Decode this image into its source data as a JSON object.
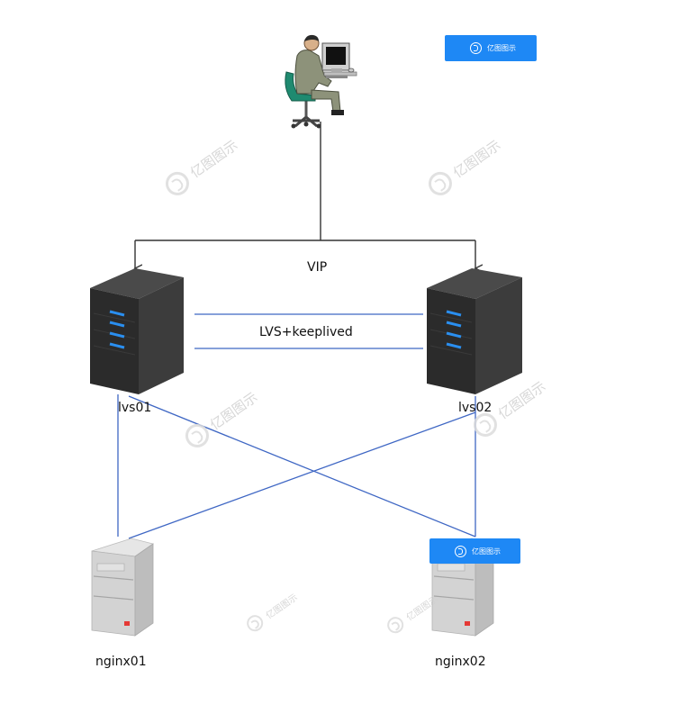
{
  "nodes": {
    "vip_label": "VIP",
    "link_label": "LVS+keeplived",
    "lvs01": "lvs01",
    "lvs02": "lvs02",
    "nginx01": "nginx01",
    "nginx02": "nginx02"
  },
  "branding": {
    "badge_text": "亿图图示",
    "watermark_text": "亿图图示"
  },
  "colors": {
    "link_line": "#3f67c4",
    "connector": "#333333",
    "badge": "#1e88f5",
    "server_dark": "#2b2b2b",
    "server_led": "#2a8ff0",
    "server_light": "#d7d7d7"
  }
}
